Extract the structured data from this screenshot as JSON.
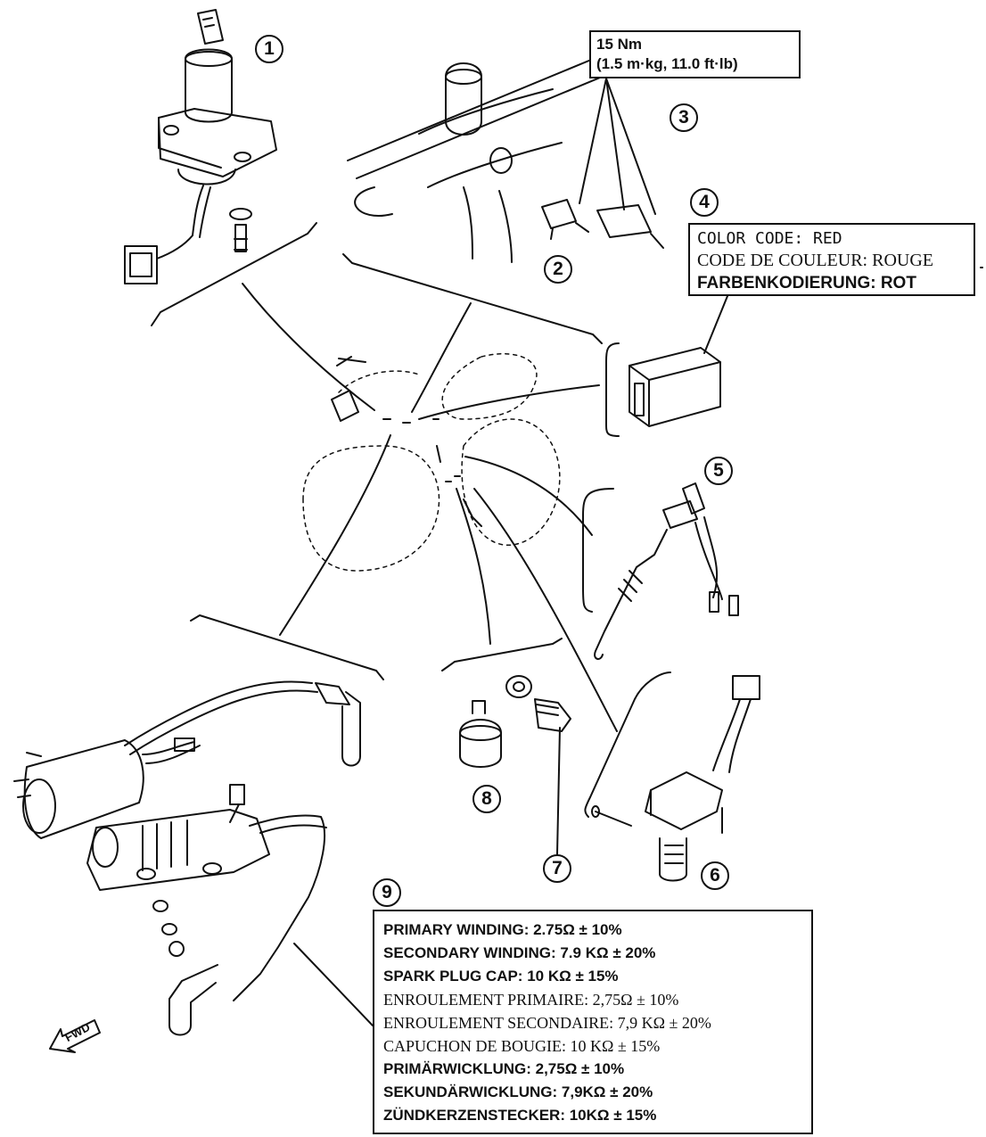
{
  "torque_box": {
    "line1": "15 Nm",
    "line2": "(1.5 m·kg, 11.0 ft·lb)"
  },
  "color_box": {
    "lines": [
      "COLOR CODE: RED",
      "CODE DE COULEUR: ROUGE",
      "FARBENKODIERUNG: ROT"
    ]
  },
  "spec_box": {
    "lines": [
      "PRIMARY WINDING: 2.75Ω ± 10%",
      "SECONDARY WINDING: 7.9 KΩ ± 20%",
      "SPARK PLUG CAP: 10 KΩ ± 15%",
      "ENROULEMENT PRIMAIRE: 2,75Ω ± 10%",
      "ENROULEMENT SECONDAIRE: 7,9 KΩ ± 20%",
      "CAPUCHON DE BOUGIE: 10 KΩ ± 15%",
      "PRIMÄRWICKLUNG: 2,75Ω ± 10%",
      "SEKUNDÄRWICKLUNG: 7,9KΩ ± 20%",
      "ZÜNDKERZENSTECKER: 10KΩ ± 15%"
    ]
  },
  "callouts": [
    "1",
    "2",
    "3",
    "4",
    "5",
    "6",
    "7",
    "8",
    "9"
  ],
  "fwd_label": "FWD",
  "line_color": "#111111"
}
